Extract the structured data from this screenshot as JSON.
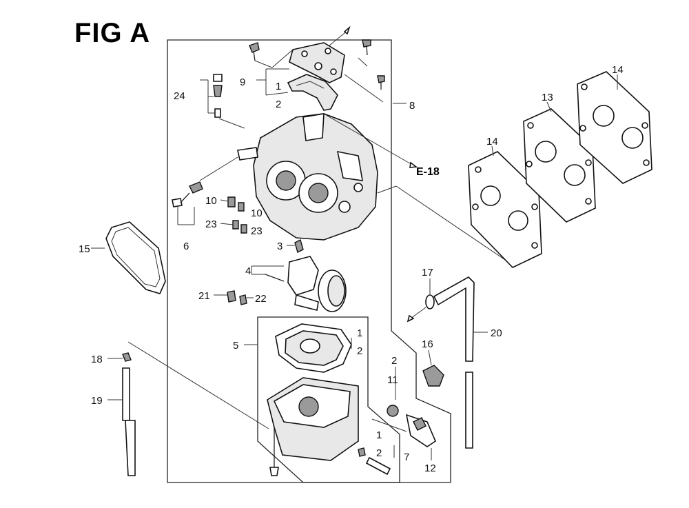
{
  "figure": {
    "title": "FIG A",
    "reference": "E-18"
  },
  "labels": {
    "l1a": "1",
    "l1b": "1",
    "l1c": "1",
    "l2a": "2",
    "l2b": "2",
    "l2c": "2",
    "l2d": "2",
    "l3": "3",
    "l4": "4",
    "l5": "5",
    "l6": "6",
    "l7": "7",
    "l8": "8",
    "l9": "9",
    "l10a": "10",
    "l10b": "10",
    "l11": "11",
    "l12": "12",
    "l13": "13",
    "l14a": "14",
    "l14b": "14",
    "l15": "15",
    "l16": "16",
    "l17": "17",
    "l18": "18",
    "l19": "19",
    "l20": "20",
    "l21": "21",
    "l22": "22",
    "l23a": "23",
    "l23b": "23",
    "l24": "24"
  }
}
